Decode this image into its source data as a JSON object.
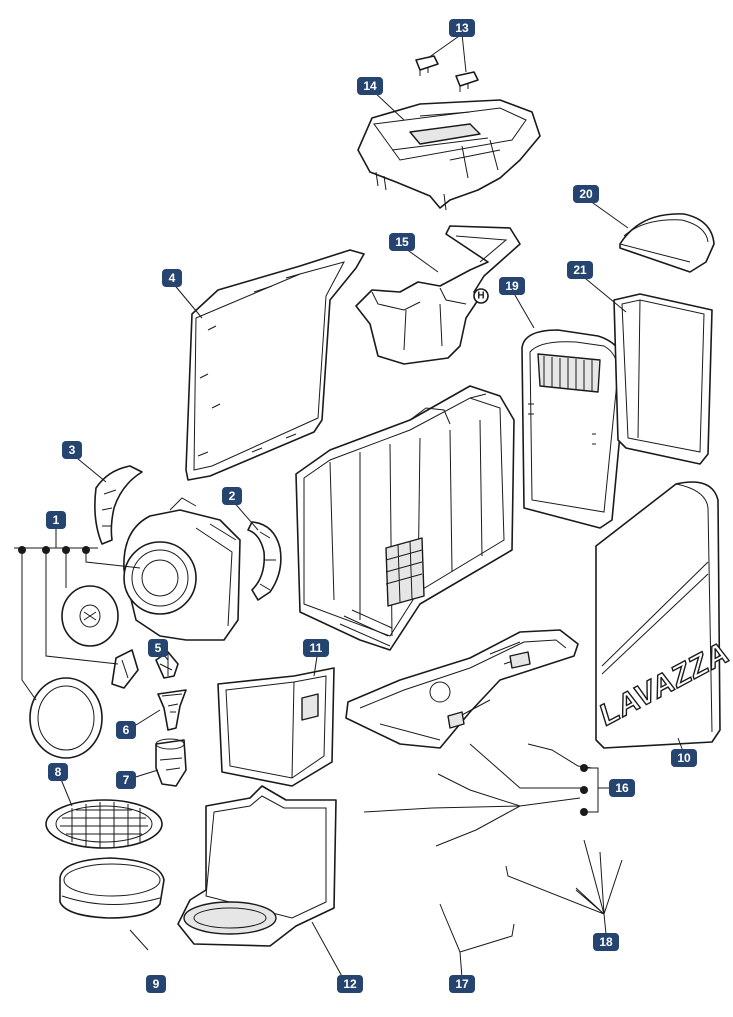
{
  "callouts": [
    {
      "id": "1",
      "label": "1"
    },
    {
      "id": "2",
      "label": "2"
    },
    {
      "id": "3",
      "label": "3"
    },
    {
      "id": "4",
      "label": "4"
    },
    {
      "id": "5",
      "label": "5"
    },
    {
      "id": "6",
      "label": "6"
    },
    {
      "id": "7",
      "label": "7"
    },
    {
      "id": "8",
      "label": "8"
    },
    {
      "id": "9",
      "label": "9"
    },
    {
      "id": "10",
      "label": "10"
    },
    {
      "id": "11",
      "label": "11"
    },
    {
      "id": "12",
      "label": "12"
    },
    {
      "id": "13",
      "label": "13"
    },
    {
      "id": "14",
      "label": "14"
    },
    {
      "id": "15",
      "label": "15"
    },
    {
      "id": "16",
      "label": "16"
    },
    {
      "id": "17",
      "label": "17"
    },
    {
      "id": "18",
      "label": "18"
    },
    {
      "id": "19",
      "label": "19"
    },
    {
      "id": "20",
      "label": "20"
    },
    {
      "id": "21",
      "label": "21"
    }
  ],
  "brand_text": "LAVAZZA",
  "marker_h": "H",
  "colors": {
    "callout_fill": "#25446f",
    "callout_text": "#ffffff",
    "line": "#1a1a1a"
  }
}
